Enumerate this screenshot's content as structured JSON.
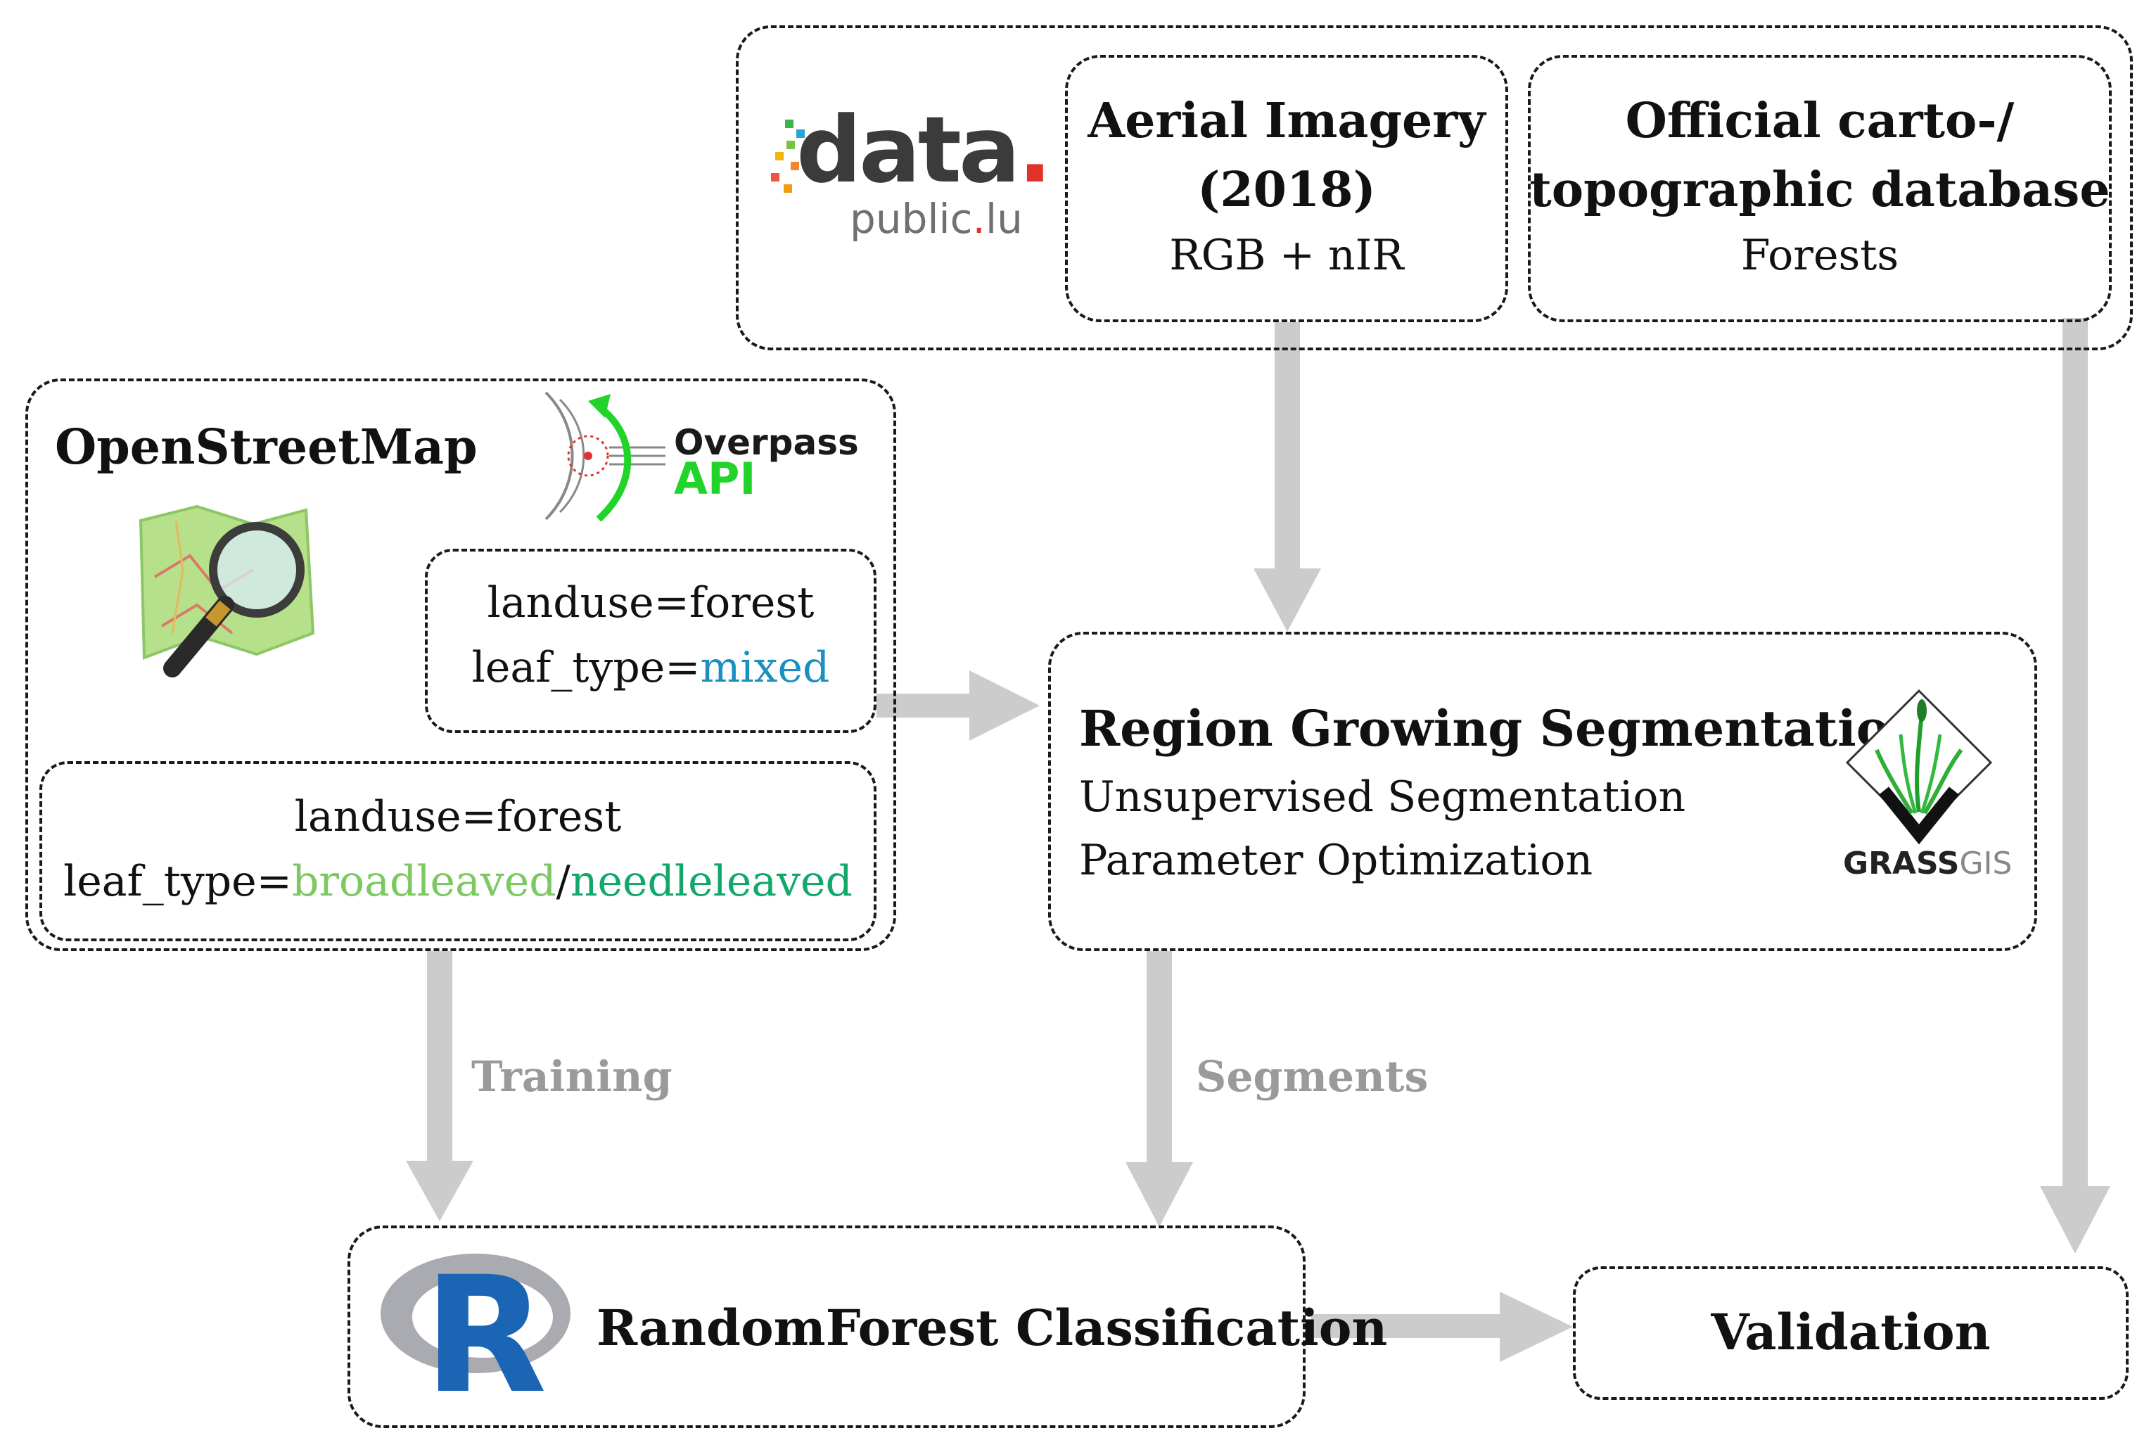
{
  "sources": {
    "portal_logo": {
      "word": "data",
      "dot": ".",
      "sub": "public",
      "sub_dot": ".",
      "sub_tld": "lu"
    },
    "aerial": {
      "title_line1": "Aerial Imagery",
      "title_line2": "(2018)",
      "sub": "RGB + nIR"
    },
    "official": {
      "title_line1": "Official carto-/",
      "title_line2": "topographic database",
      "sub": "Forests"
    }
  },
  "osm": {
    "title": "OpenStreetMap",
    "overpass": {
      "line1": "Overpass",
      "line2": "API"
    },
    "mixed_query": {
      "line1": "landuse=forest",
      "line2_prefix": "leaf_type=",
      "line2_value": "mixed"
    },
    "type_query": {
      "line1": "landuse=forest",
      "line2_prefix": "leaf_type=",
      "line2_value_a": "broadleaved",
      "line2_sep": "/",
      "line2_value_b": "needleleaved"
    }
  },
  "segmentation": {
    "title": "Region Growing Segmentation",
    "line1": "Unsupervised Segmentation",
    "line2": "Parameter Optimization",
    "grass_logo": {
      "bold": "GRASS",
      "light": "GIS"
    }
  },
  "classification": {
    "title": "RandomForest Classification",
    "r_logo_letter": "R"
  },
  "validation": {
    "title": "Validation"
  },
  "edge_labels": {
    "training": "Training",
    "segments": "Segments"
  },
  "colors": {
    "mixed": "#1a8fc0",
    "broadleaved": "#7cc862",
    "needleleaved": "#12a86a",
    "arrow": "#cccccc",
    "edge_label": "#9a9a9a",
    "overpass_green": "#22d32a",
    "r_blue": "#1a66b5"
  },
  "icons": [
    "data-public-lu-logo",
    "overpass-api-icon",
    "osm-map-icon",
    "grass-gis-icon",
    "r-logo-icon"
  ]
}
